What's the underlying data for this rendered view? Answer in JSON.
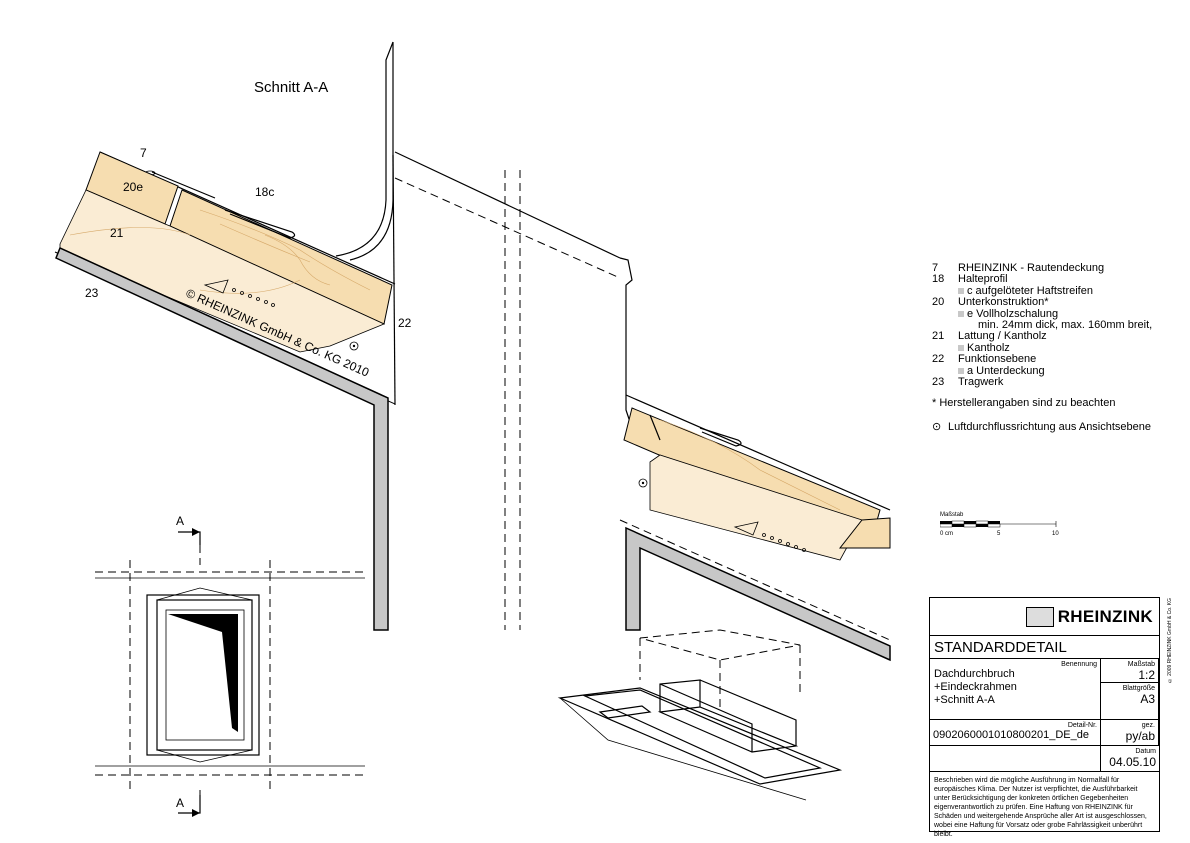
{
  "drawing": {
    "section_title": "Schnitt A-A",
    "callouts": [
      "7",
      "18c",
      "20e",
      "21",
      "23",
      "22"
    ],
    "watermark": "© RHEINZINK GmbH & Co. KG 2010",
    "section_marker": "A"
  },
  "legend": {
    "items": [
      {
        "num": "7",
        "label": "RHEINZINK - Rautendeckung"
      },
      {
        "num": "18",
        "label": "Halteprofil"
      },
      {
        "sub": "c  aufgelöteter Haftstreifen"
      },
      {
        "num": "20",
        "label": "Unterkonstruktion*"
      },
      {
        "sub": "e  Vollholzschalung"
      },
      {
        "sub2": "min. 24mm dick, max. 160mm breit,"
      },
      {
        "num": "21",
        "label": "Lattung / Kantholz"
      },
      {
        "sub": "Kantholz"
      },
      {
        "num": "22",
        "label": "Funktionsebene"
      },
      {
        "sub": "a  Unterdeckung"
      },
      {
        "num": "23",
        "label": "Tragwerk"
      }
    ],
    "note_star": "*    Herstellerangaben sind zu beachten",
    "note_air": "Luftdurchflussrichtung aus Ansichtsebene"
  },
  "scale": {
    "label": "Maßstab",
    "ticks": [
      "0 cm",
      "5",
      "10"
    ]
  },
  "titleblock": {
    "brand": "RHEINZINK",
    "heading": "STANDARDDETAIL",
    "benennung_label": "Benennung",
    "benennung_lines": [
      "Dachdurchbruch",
      "+Eindeckrahmen",
      "+Schnitt A-A"
    ],
    "massstab_label": "Maßstab",
    "massstab_value": "1:2",
    "blatt_label": "Blattgröße",
    "blatt_value": "A3",
    "detail_label": "Detail-Nr.",
    "detail_value": "0902060001010800201_DE_de",
    "gez_label": "gez.",
    "gez_value": "py/ab",
    "datum_label": "Datum",
    "datum_value": "04.05.10",
    "description": "Beschrieben wird die mögliche Ausführung im  Normalfall für europäisches Klima. Der Nutzer ist verpflichtet, die Ausführbarkeit unter Berücksichtigung der konkreten örtlichen Gegebenheiten eigenverantwortlich zu prüfen. Eine Haftung von RHEINZINK für Schäden und weitergehende Ansprüche aller Art ist ausgeschlossen, wobei eine Haftung für Vorsatz oder grobe Fahrlässigkeit unberührt bleibt.",
    "copyright": "© 2009 RHEINZINK GmbH & Co. KG"
  }
}
